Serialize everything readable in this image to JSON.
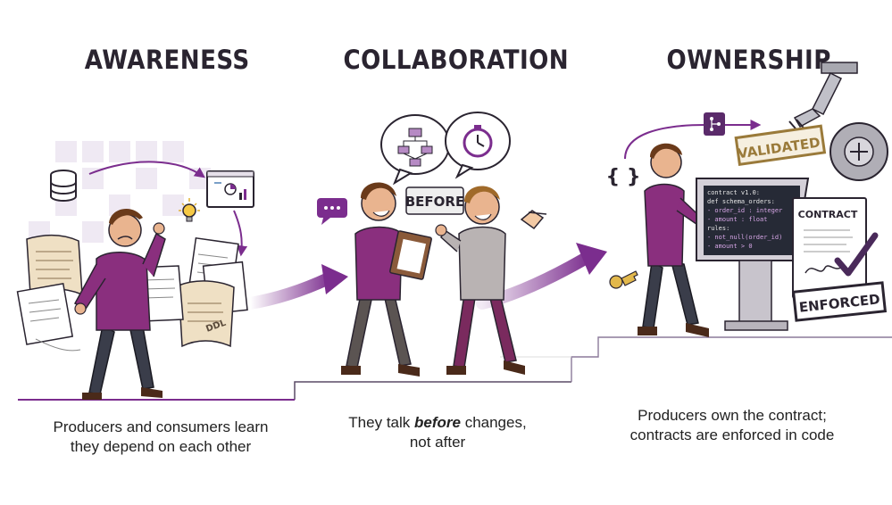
{
  "stages": [
    {
      "title": "AWARENESS",
      "caption_lines": [
        "Producers and consumers learn",
        "they depend on each other"
      ]
    },
    {
      "title": "COLLABORATION",
      "caption_pre": "They talk ",
      "caption_em": "before",
      "caption_post": " changes,",
      "caption_line2": "not after"
    },
    {
      "title": "OWNERSHIP",
      "caption_lines": [
        "Producers own the contract;",
        "contracts are enforced in code"
      ]
    }
  ],
  "labels": {
    "before_sign": "BEFORE",
    "validated_stamp": "VALIDATED",
    "contract_title": "CONTRACT",
    "enforced_stamp": "ENFORCED",
    "ddl_scroll": "DDL",
    "braces": "{ }"
  },
  "code_lines": [
    "contract v1.0:",
    "def schema_orders:",
    "  - order_id : integer",
    "  - amount : float",
    "rules:",
    "  - not_null(order_id)",
    "  - amount > 0"
  ],
  "colors": {
    "accent": "#7b2d8e",
    "shirt": "#8a2f7e",
    "ink": "#2a2430",
    "stairs": "#d8d0de",
    "stamp": "#9a7a3a"
  },
  "icons": [
    "database-icon",
    "dashboard-icon",
    "lightbulb-icon",
    "chat-icon",
    "flowchart-icon",
    "stopwatch-icon",
    "handshake-icon",
    "key-icon",
    "git-branch-icon",
    "robot-arm-icon",
    "vault-icon",
    "checkmark-icon"
  ]
}
